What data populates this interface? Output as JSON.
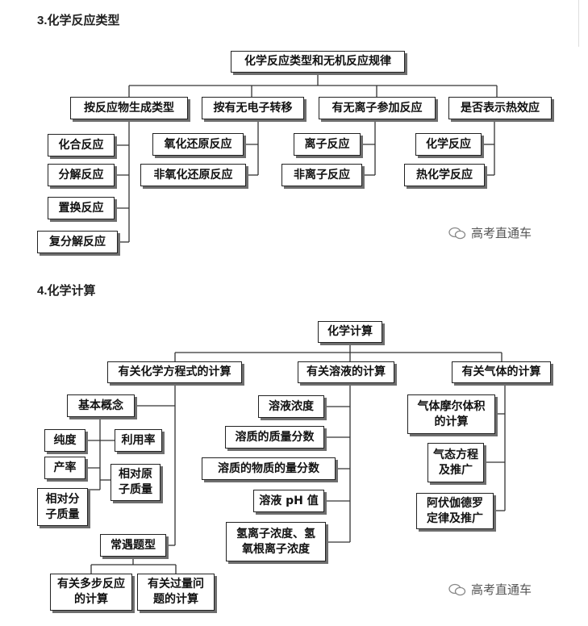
{
  "section3": {
    "heading": "3.化学反应类型",
    "root": "化学反应类型和无机反应规律",
    "branches": [
      "按反应物生成类型",
      "按有无电子转移",
      "有无离子参加反应",
      "是否表示热效应"
    ],
    "leaves": {
      "b1": [
        "化合反应",
        "分解反应",
        "置换反应",
        "复分解反应"
      ],
      "b2": [
        "氧化还原反应",
        "非氧化还原反应"
      ],
      "b3": [
        "离子反应",
        "非离子反应"
      ],
      "b4": [
        "化学反应",
        "热化学反应"
      ]
    }
  },
  "section4": {
    "heading": "4.化学计算",
    "root": "化学计算",
    "branches": [
      "有关化学方程式的计算",
      "有关溶液的计算",
      "有关气体的计算"
    ],
    "equation": {
      "concept": "基本概念",
      "concept_items": [
        "纯度",
        "利用率",
        "产率",
        "相对原子质量",
        "相对分子质量"
      ],
      "common": "常遇题型",
      "common_items": [
        "有关多步反应的计算",
        "有关过量问题的计算"
      ]
    },
    "solution": [
      "溶液浓度",
      "溶质的质量分数",
      "溶质的物质的量分数",
      "溶液 pH 值",
      "氢离子浓度、氢氧根离子浓度"
    ],
    "gas": [
      "气体摩尔体积的计算",
      "气态方程及推广",
      "阿伏伽德罗定律及推广"
    ]
  },
  "watermark": {
    "text": "高考直通车",
    "icon": "wechat-icon"
  }
}
